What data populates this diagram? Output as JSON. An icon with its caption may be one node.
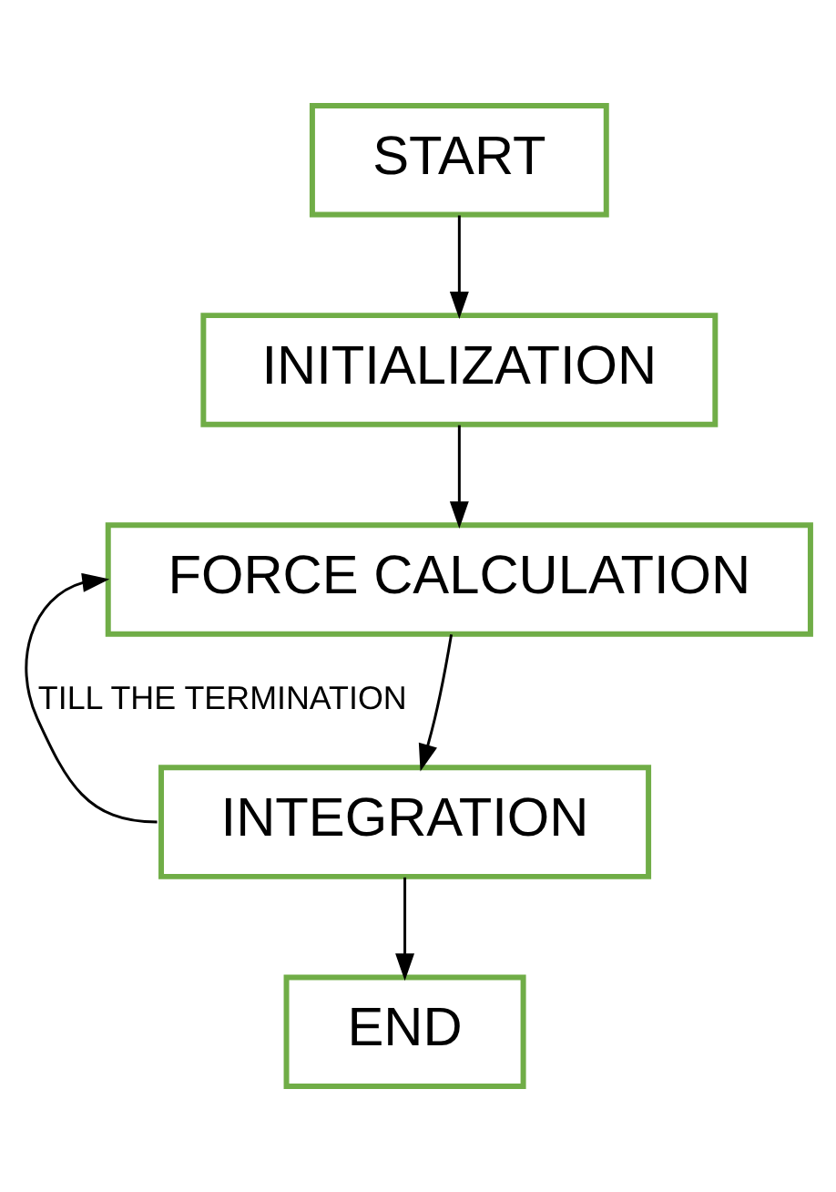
{
  "diagram": {
    "nodes": [
      {
        "text": [
          "START"
        ]
      },
      {
        "text": [
          "INITIALIZATION"
        ]
      },
      {
        "text": [
          "FORCE CALCULATION"
        ]
      },
      {
        "text": [
          "INTEGRATION"
        ]
      },
      {
        "text": [
          "END"
        ]
      }
    ],
    "edges": [
      {
        "from": 0,
        "to": 1,
        "arrow": "to"
      },
      {
        "from": 1,
        "to": 2,
        "arrow": "to"
      },
      {
        "from": 2,
        "to": 3,
        "arrow": "to"
      },
      {
        "from": 3,
        "to": 4,
        "arrow": "to"
      },
      {
        "from": 3,
        "to": 2,
        "arrow": "to",
        "label": "TILL THE TERMINATION"
      }
    ]
  }
}
